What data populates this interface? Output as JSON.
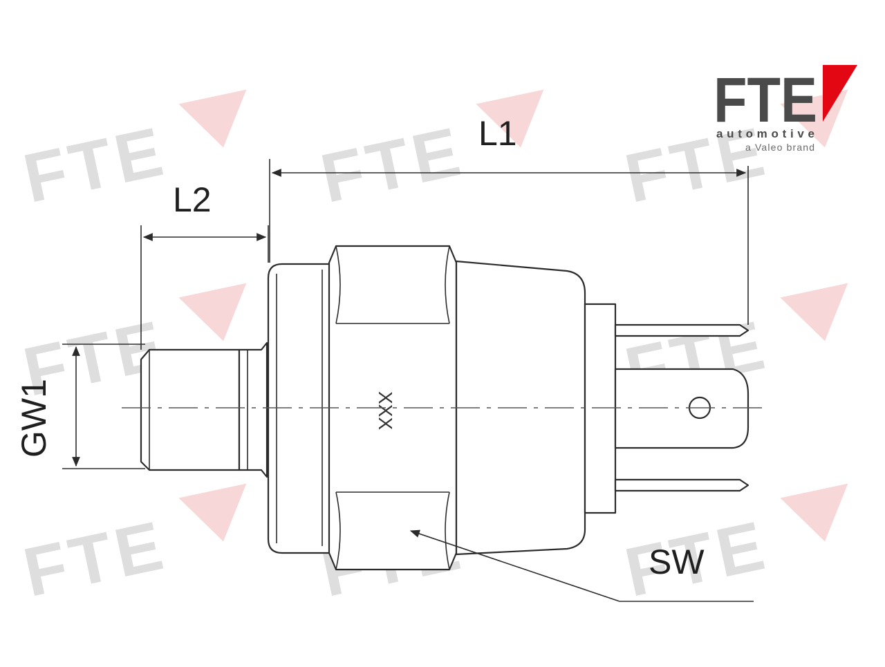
{
  "brand": {
    "name": "FTE",
    "line1": "automotive",
    "line2": "a Valeo brand",
    "accent_color": "#e30613",
    "text_color": "#4a4a4a"
  },
  "watermark": {
    "text": "FTE",
    "color": "#8a8a8a",
    "accent_color": "#e07070"
  },
  "dimensions": {
    "l1": "L1",
    "l2": "L2",
    "gw1": "GW1",
    "sw": "SW"
  },
  "part_marking": "XXX"
}
